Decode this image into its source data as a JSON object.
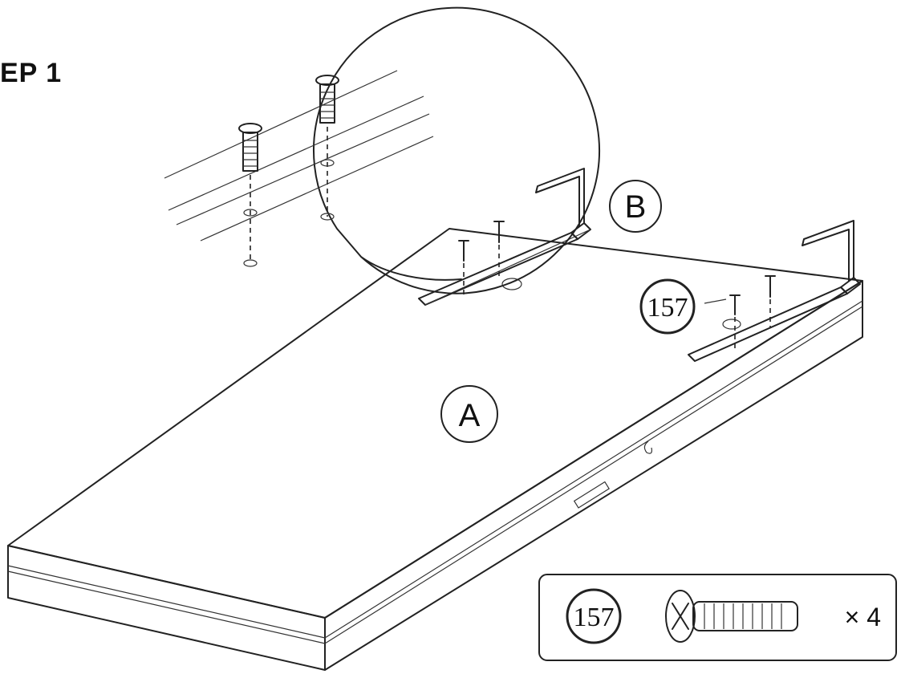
{
  "step": {
    "title": "EP   1"
  },
  "parts": {
    "panel_label": "A",
    "bracket_label": "B",
    "screw_callout": "157"
  },
  "hardware_box": {
    "part_number": "157",
    "quantity": "× 4",
    "icon": "screw-icon"
  }
}
